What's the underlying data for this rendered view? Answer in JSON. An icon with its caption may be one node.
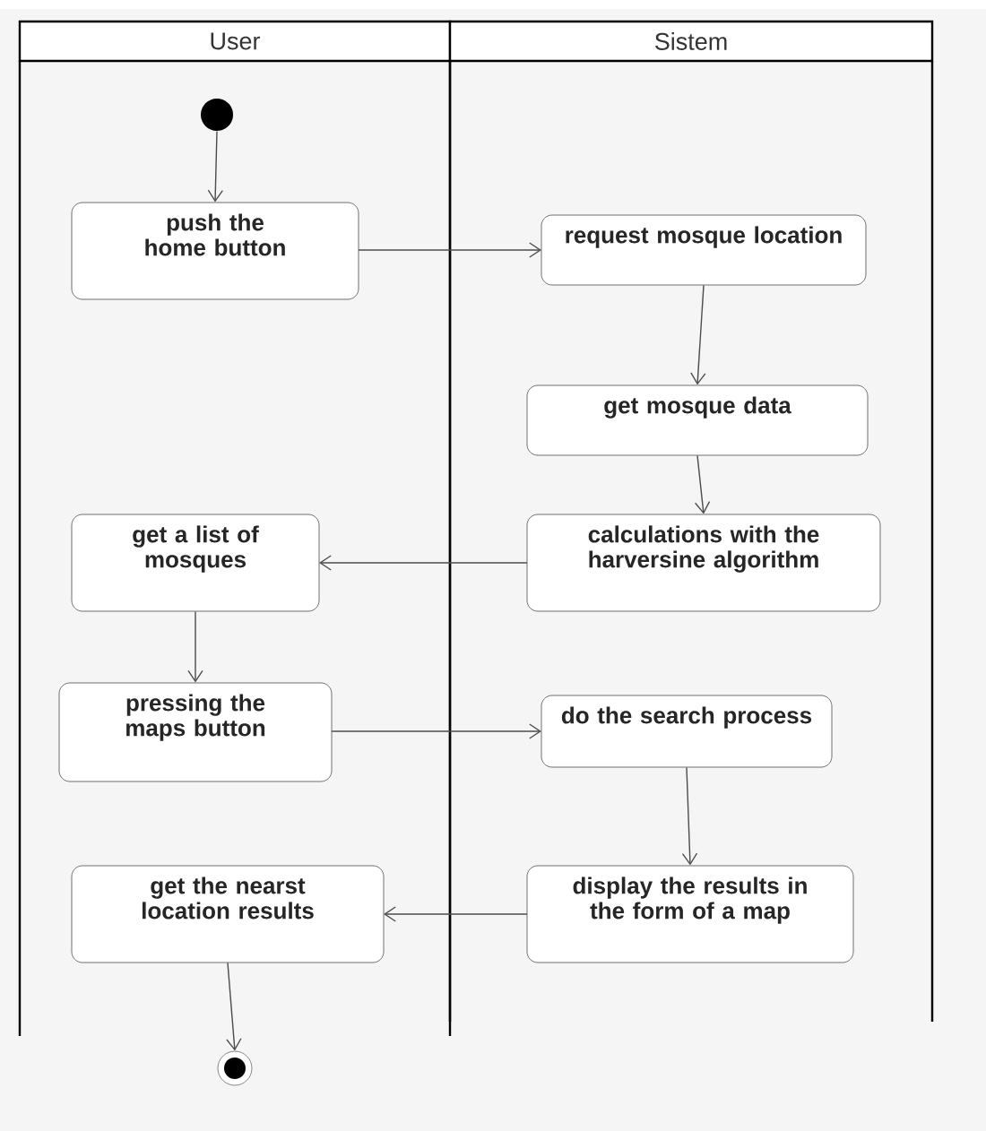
{
  "diagram": {
    "nodes": [
      {
        "text": [
          "User"
        ]
      },
      {
        "text": [
          "Sistem"
        ]
      },
      {
        "text": [],
        "shape": "circle",
        "in": 0
      },
      {
        "text": [
          "push the home button"
        ],
        "in": 0
      },
      {
        "text": [
          "request mosque location"
        ],
        "in": 1
      },
      {
        "text": [
          "get mosque data"
        ],
        "in": 1
      },
      {
        "text": [
          "calculations with the harversine algorithm"
        ],
        "in": 1
      },
      {
        "text": [
          "get a list of mosques"
        ],
        "in": 0
      },
      {
        "text": [
          "pressing the maps button"
        ],
        "in": 0
      },
      {
        "text": [
          "do the search process"
        ],
        "in": 1
      },
      {
        "text": [
          "get the nearst location results"
        ],
        "in": 0
      },
      {
        "text": [
          "display the results in the form of a map"
        ],
        "in": 1
      },
      {
        "text": [],
        "shape": "circle"
      }
    ],
    "edges": [
      {
        "from": 2,
        "to": 3,
        "arrow": "to"
      },
      {
        "from": 3,
        "to": 4,
        "arrow": "to"
      },
      {
        "from": 4,
        "to": 5,
        "arrow": "to"
      },
      {
        "from": 5,
        "to": 6,
        "arrow": "to"
      },
      {
        "from": 6,
        "to": 7,
        "arrow": "to"
      },
      {
        "from": 7,
        "to": 8,
        "arrow": "to"
      },
      {
        "from": 8,
        "to": 9,
        "arrow": "to"
      },
      {
        "from": 9,
        "to": 11,
        "arrow": "to"
      },
      {
        "from": 11,
        "to": 10,
        "arrow": "to"
      },
      {
        "from": 10,
        "to": 12,
        "arrow": "to"
      }
    ]
  }
}
